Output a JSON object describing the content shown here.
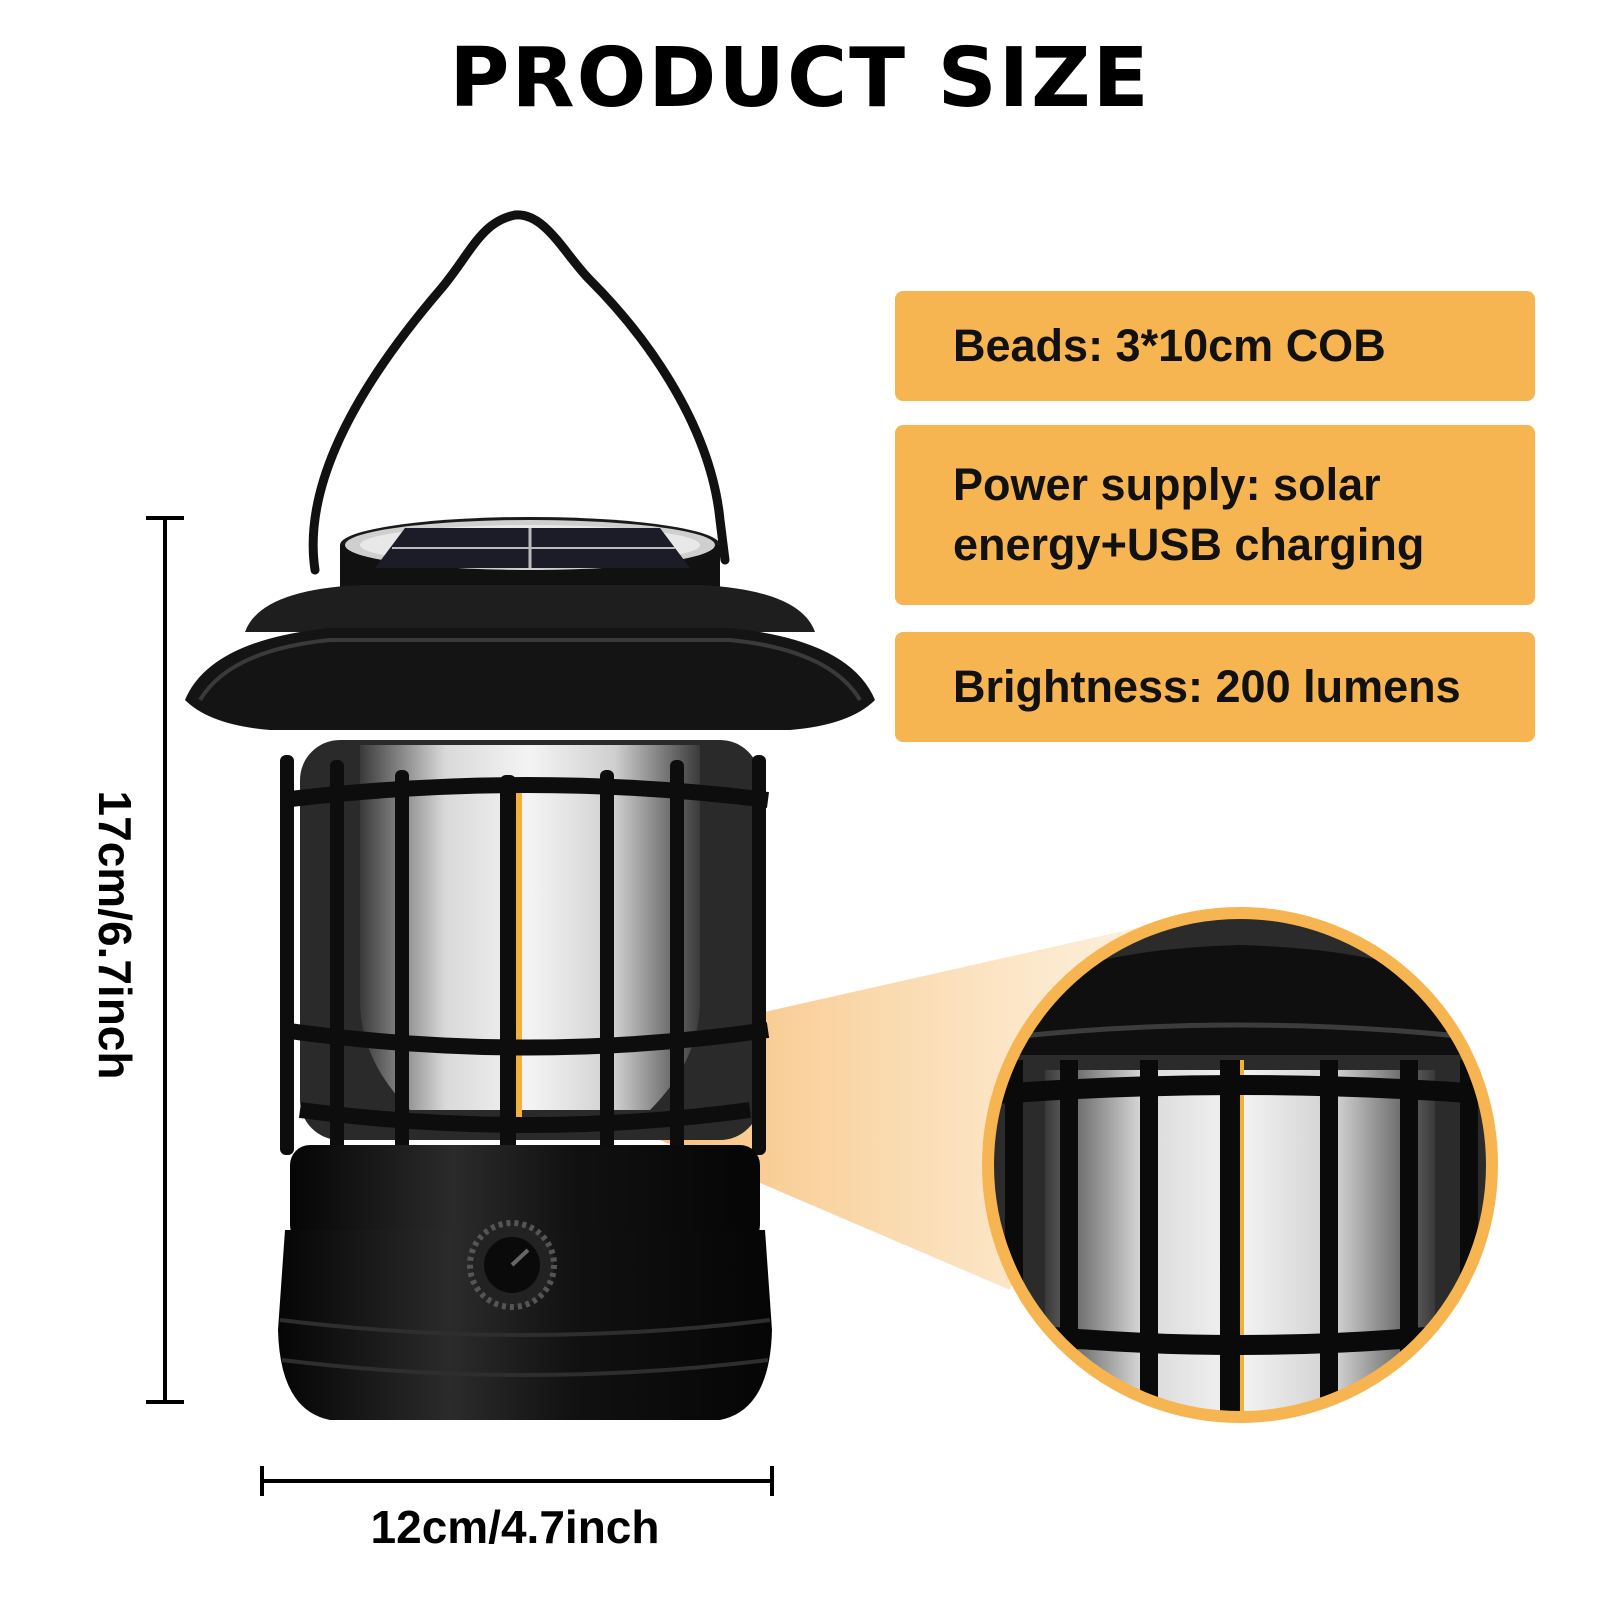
{
  "title": "PRODUCT SIZE",
  "specs": {
    "beads": "Beads: 3*10cm COB",
    "power_line1": "Power supply: solar",
    "power_line2": "energy+USB charging",
    "brightness": "Brightness: 200 lumens"
  },
  "dimensions": {
    "height": "17cm/6.7inch",
    "width": "12cm/4.7inch"
  },
  "colors": {
    "accent": "#f7b551",
    "lantern": "#111111",
    "highlight": "#ffd98a"
  },
  "icons": {
    "product": "lantern-image",
    "zoom": "magnified-detail-image"
  }
}
